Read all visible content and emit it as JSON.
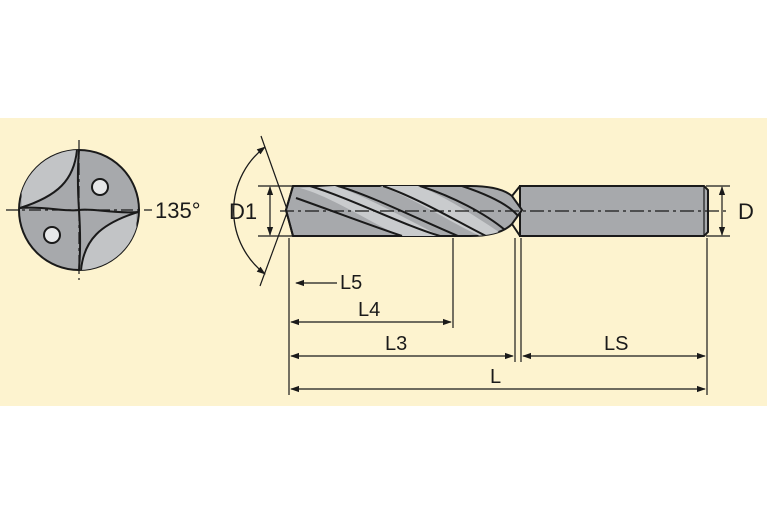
{
  "colors": {
    "panel": "#fdf3cf",
    "page": "#ffffff",
    "steel": "#a7a9ac",
    "steel_light": "#c9cbcd",
    "line": "#1a1a1a"
  },
  "labels": {
    "angle": "135°",
    "d1": "D1",
    "d": "D",
    "l5": "L5",
    "l4": "L4",
    "l3": "L3",
    "ls": "LS",
    "l": "L"
  }
}
